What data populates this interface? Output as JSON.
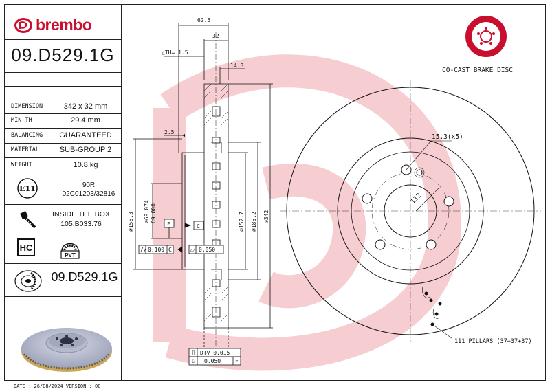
{
  "header": {
    "brand": "brembo",
    "part_number": "09.D529.1G"
  },
  "specs": [
    {
      "label": "DIMENSION",
      "value": "342 x 32 mm"
    },
    {
      "label": "MIN TH",
      "value": "29.4 mm"
    },
    {
      "label": "BALANCING",
      "value": "GUARANTEED"
    },
    {
      "label": "MATERIAL",
      "value": "SUB-GROUP 2"
    },
    {
      "label": "WEIGHT",
      "value": "10.8 kg"
    }
  ],
  "certification": {
    "mark": "E11",
    "regulation": "90R",
    "code": "02C01203/32816"
  },
  "inside_box": {
    "line1": "INSIDE THE BOX",
    "line2": "105.B033.76"
  },
  "badges": {
    "hc": "HC",
    "pvt": "PVT"
  },
  "part_number_small": "09.D529.1G",
  "footer": "DATE : 26/08/2024 VERSION : 00",
  "drawing": {
    "dim_62_5": "62.5",
    "dim_32": "32",
    "th": "△TH= 1.5",
    "dim_14_3": "14.3",
    "dim_2_5": "2.5",
    "dim_156_3": "⌀156.3",
    "dim_69_074": "⌀69.074",
    "dim_69_000": "69.000",
    "datum_f": "F",
    "datum_c": "C",
    "tol_runout": "0.100",
    "tol_runout_ref": "C",
    "tol_parallel": "0.050",
    "dim_152_7": "⌀152.7",
    "dim_185_2": "⌀185.2",
    "dim_342": "⌀342",
    "dtv": "DTV 0.015",
    "flat": "0.050",
    "flat_ref": "F",
    "dim_15_3": "15.3(x5)",
    "dim_112": "112",
    "pillars": "111 PILLARS (37+37+37)",
    "cocast_label": "CO-CAST BRAKE DISC"
  },
  "colors": {
    "brand_red": "#c8102e",
    "watermark": "#f4c4c8"
  }
}
